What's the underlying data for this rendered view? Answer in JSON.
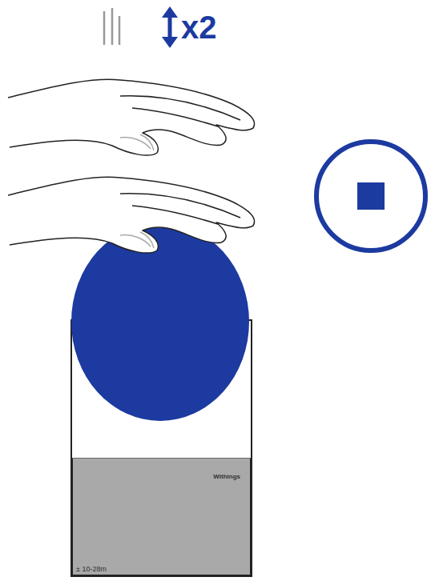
{
  "diagram": {
    "nodes": [
      {
        "text": [
          "Withings",
          "± 10-28m"
        ]
      }
    ],
    "labels": [
      "x2"
    ]
  }
}
